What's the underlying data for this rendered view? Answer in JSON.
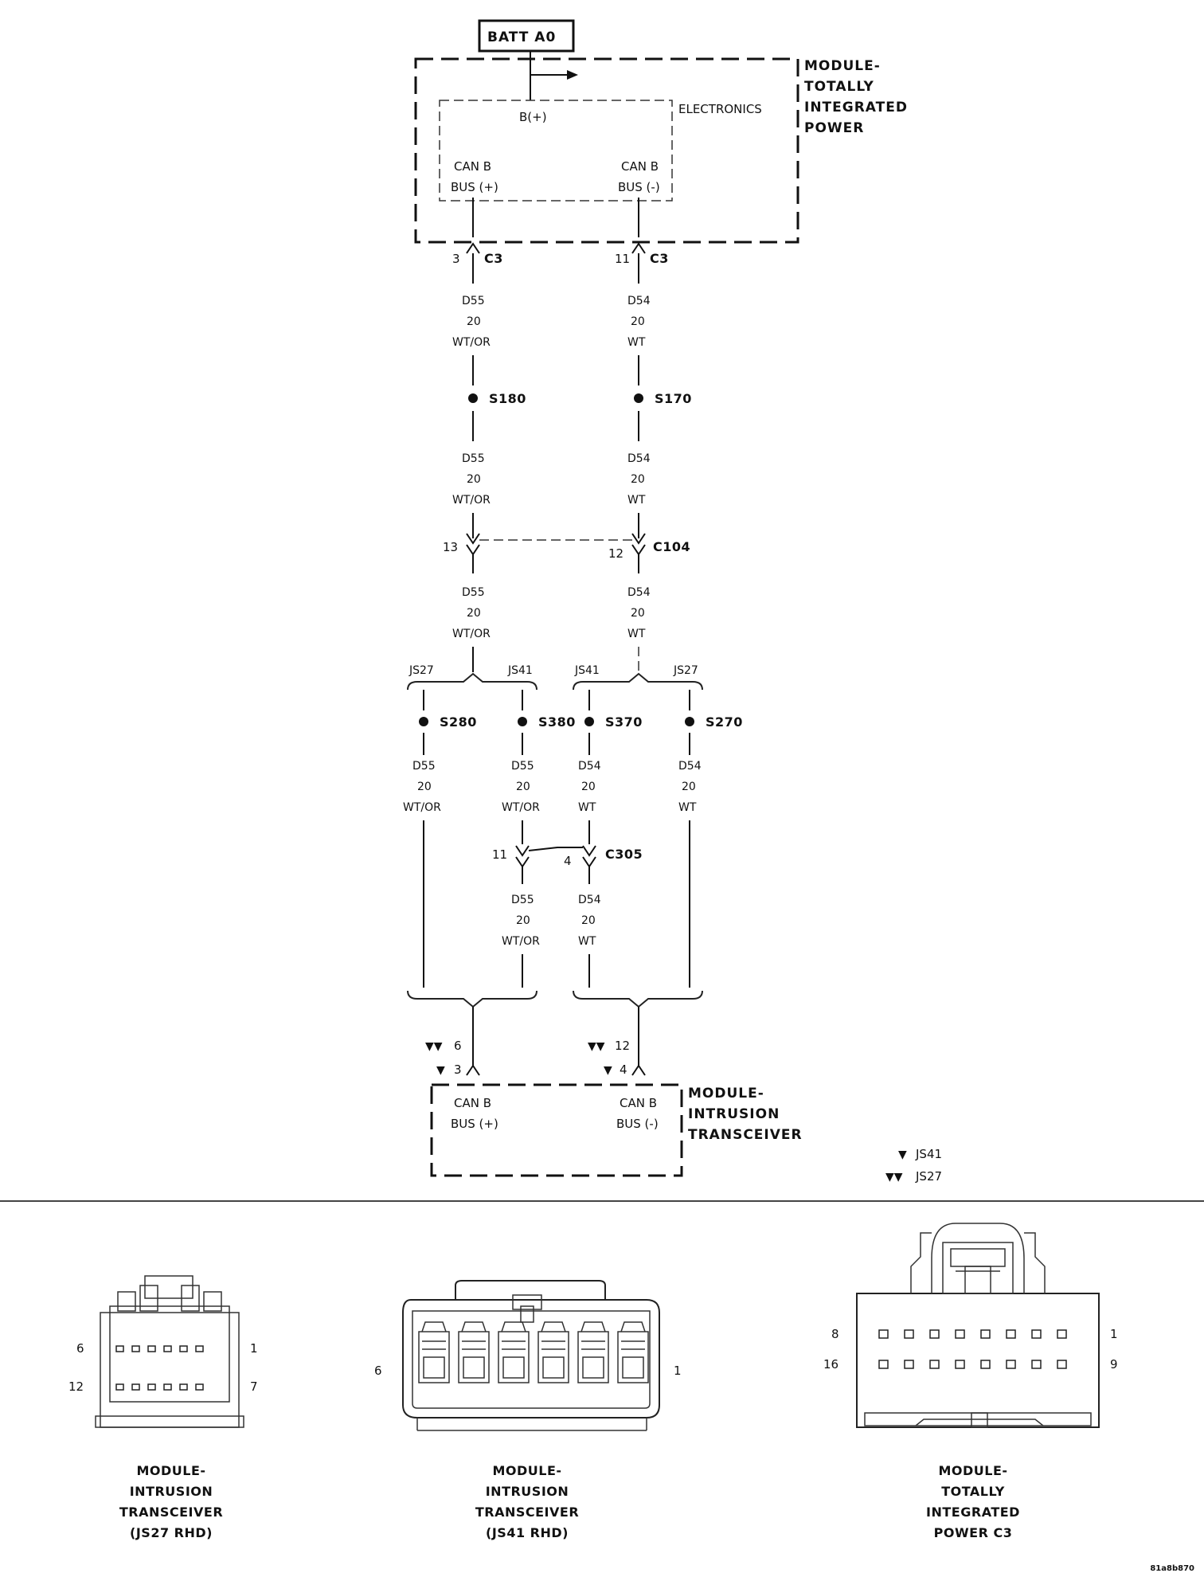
{
  "battery": {
    "label": "BATT A0"
  },
  "tipm": {
    "title_lines": [
      "MODULE-",
      "TOTALLY",
      "INTEGRATED",
      "POWER"
    ],
    "electronics_label": "ELECTRONICS",
    "bplus_label": "B(+)",
    "can_plus_lines": [
      "CAN B",
      "BUS (+)"
    ],
    "can_minus_lines": [
      "CAN B",
      "BUS (-)"
    ],
    "pin_plus": "3",
    "pin_minus": "11",
    "connector": "C3"
  },
  "wire_plus": {
    "circuit": "D55",
    "gauge": "20",
    "color": "WT/OR"
  },
  "wire_minus": {
    "circuit": "D54",
    "gauge": "20",
    "color": "WT"
  },
  "splices": {
    "s180": "S180",
    "s170": "S170",
    "s280": "S280",
    "s380": "S380",
    "s370": "S370",
    "s270": "S270"
  },
  "c104": {
    "label": "C104",
    "pin_plus": "13",
    "pin_minus": "12"
  },
  "c305": {
    "label": "C305",
    "pin_plus": "11",
    "pin_minus": "4"
  },
  "variants": {
    "js27": "JS27",
    "js41": "JS41"
  },
  "itm": {
    "title_lines": [
      "MODULE-",
      "INTRUSION",
      "TRANSCEIVER"
    ],
    "can_plus_lines": [
      "CAN B",
      "BUS (+)"
    ],
    "can_minus_lines": [
      "CAN B",
      "BUS (-)"
    ],
    "pin_plus_js27": "6",
    "pin_plus_js41": "3",
    "pin_minus_js27": "12",
    "pin_minus_js41": "4"
  },
  "legend": {
    "single": "JS41",
    "double": "JS27",
    "single_marker": "▼",
    "double_marker": "▼▼"
  },
  "connector_views": [
    {
      "caption_lines": [
        "MODULE-",
        "INTRUSION",
        "TRANSCEIVER",
        "(JS27 RHD)"
      ],
      "pin_labels": [
        "6",
        "1",
        "12",
        "7"
      ]
    },
    {
      "caption_lines": [
        "MODULE-",
        "INTRUSION",
        "TRANSCEIVER",
        "(JS41 RHD)"
      ],
      "pin_labels": [
        "6",
        "1"
      ]
    },
    {
      "caption_lines": [
        "MODULE-",
        "TOTALLY",
        "INTEGRATED",
        "POWER C3"
      ],
      "pin_labels": [
        "8",
        "1",
        "16",
        "9"
      ]
    }
  ],
  "figure_id": "81a8b870"
}
